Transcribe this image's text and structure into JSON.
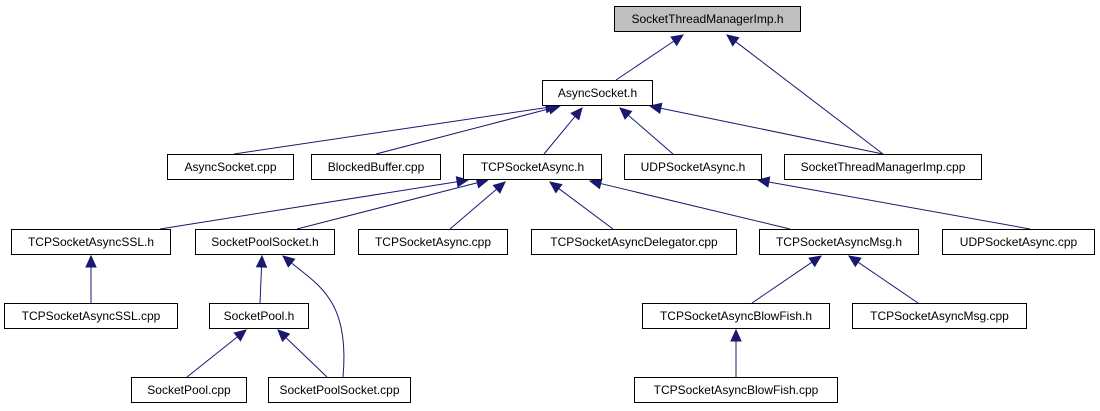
{
  "diagram": {
    "nodes": [
      {
        "id": "root",
        "label": "SocketThreadManagerImp.h",
        "highlight": true
      },
      {
        "id": "asyncH",
        "label": "AsyncSocket.h"
      },
      {
        "id": "asyncCpp",
        "label": "AsyncSocket.cpp"
      },
      {
        "id": "blocked",
        "label": "BlockedBuffer.cpp"
      },
      {
        "id": "tcpH",
        "label": "TCPSocketAsync.h"
      },
      {
        "id": "udpH",
        "label": "UDPSocketAsync.h"
      },
      {
        "id": "stmCpp",
        "label": "SocketThreadManagerImp.cpp"
      },
      {
        "id": "sslH",
        "label": "TCPSocketAsyncSSL.h"
      },
      {
        "id": "spsH",
        "label": "SocketPoolSocket.h"
      },
      {
        "id": "tcpCpp",
        "label": "TCPSocketAsync.cpp"
      },
      {
        "id": "delCpp",
        "label": "TCPSocketAsyncDelegator.cpp"
      },
      {
        "id": "msgH",
        "label": "TCPSocketAsyncMsg.h"
      },
      {
        "id": "udpCpp",
        "label": "UDPSocketAsync.cpp"
      },
      {
        "id": "sslCpp",
        "label": "TCPSocketAsyncSSL.cpp"
      },
      {
        "id": "spH",
        "label": "SocketPool.h"
      },
      {
        "id": "bfH",
        "label": "TCPSocketAsyncBlowFish.h"
      },
      {
        "id": "msgCpp",
        "label": "TCPSocketAsyncMsg.cpp"
      },
      {
        "id": "spCpp",
        "label": "SocketPool.cpp"
      },
      {
        "id": "spsCpp",
        "label": "SocketPoolSocket.cpp"
      },
      {
        "id": "bfCpp",
        "label": "TCPSocketAsyncBlowFish.cpp"
      }
    ],
    "edges": [
      {
        "from": "asyncH",
        "to": "root"
      },
      {
        "from": "stmCpp",
        "to": "root"
      },
      {
        "from": "asyncCpp",
        "to": "asyncH"
      },
      {
        "from": "blocked",
        "to": "asyncH"
      },
      {
        "from": "tcpH",
        "to": "asyncH"
      },
      {
        "from": "udpH",
        "to": "asyncH"
      },
      {
        "from": "stmCpp",
        "to": "asyncH"
      },
      {
        "from": "sslH",
        "to": "tcpH"
      },
      {
        "from": "spsH",
        "to": "tcpH"
      },
      {
        "from": "tcpCpp",
        "to": "tcpH"
      },
      {
        "from": "delCpp",
        "to": "tcpH"
      },
      {
        "from": "msgH",
        "to": "tcpH"
      },
      {
        "from": "udpCpp",
        "to": "udpH"
      },
      {
        "from": "sslCpp",
        "to": "sslH"
      },
      {
        "from": "spH",
        "to": "spsH"
      },
      {
        "from": "spsCpp",
        "to": "spsH"
      },
      {
        "from": "spCpp",
        "to": "spH"
      },
      {
        "from": "spsCpp",
        "to": "spH"
      },
      {
        "from": "bfH",
        "to": "msgH"
      },
      {
        "from": "msgCpp",
        "to": "msgH"
      },
      {
        "from": "bfCpp",
        "to": "bfH"
      }
    ],
    "colors": {
      "root_fill": "#bfbfbf",
      "edge": "#191970",
      "border": "#000000"
    }
  }
}
